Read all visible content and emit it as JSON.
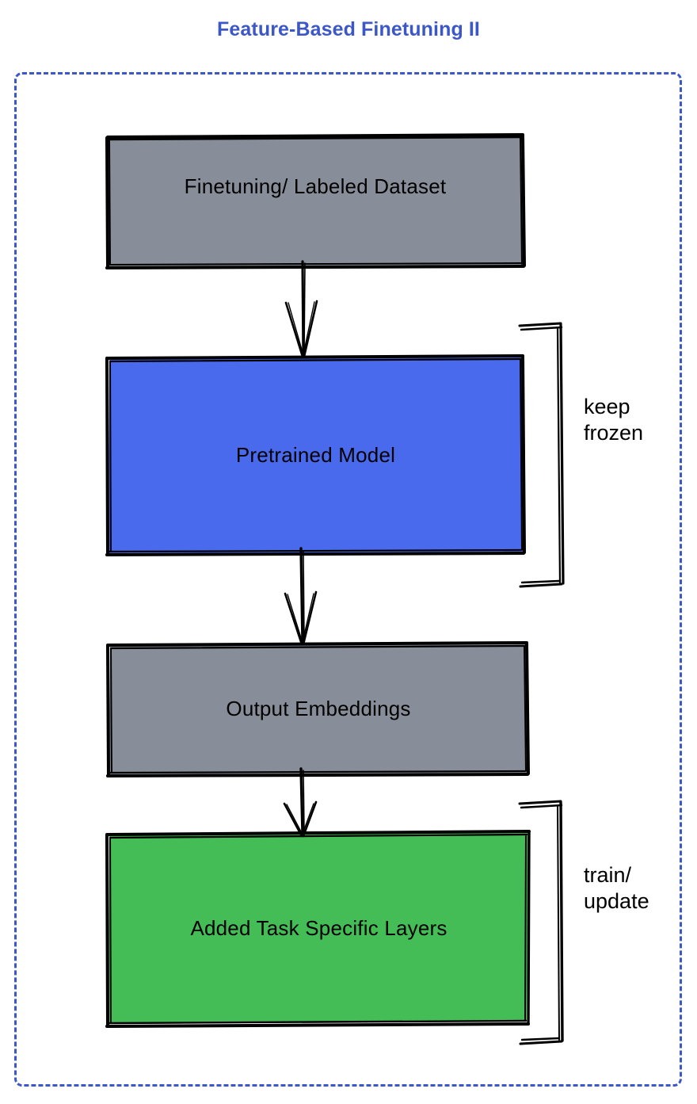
{
  "diagram": {
    "title": "Feature-Based Finetuning II",
    "title_color": "#3c57c8",
    "frame_border_color": "#3c57c8",
    "frame_border_style": "dashed",
    "background": "#ffffff",
    "nodes": [
      {
        "id": "dataset",
        "label": "Finetuning/ Labeled Dataset",
        "fill": "#878e99",
        "stroke": "#000000"
      },
      {
        "id": "pretrained",
        "label": "Pretrained Model",
        "fill": "#4a6aee",
        "stroke": "#000000"
      },
      {
        "id": "embeddings",
        "label": "Output Embeddings",
        "fill": "#878e99",
        "stroke": "#000000"
      },
      {
        "id": "tasklayers",
        "label": "Added Task Specific Layers",
        "fill": "#45bd56",
        "stroke": "#000000"
      }
    ],
    "edges": [
      {
        "id": "edge-1",
        "from": "dataset",
        "to": "pretrained",
        "label": ""
      },
      {
        "id": "edge-2",
        "from": "pretrained",
        "to": "embeddings",
        "label": ""
      },
      {
        "id": "edge-3",
        "from": "embeddings",
        "to": "tasklayers",
        "label": ""
      }
    ],
    "annotations": [
      {
        "id": "keep-frozen",
        "text": "keep\nfrozen",
        "targets": [
          "pretrained"
        ],
        "color": "#000000"
      },
      {
        "id": "train-update",
        "text": "train/\nupdate",
        "targets": [
          "tasklayers"
        ],
        "color": "#000000"
      }
    ]
  }
}
